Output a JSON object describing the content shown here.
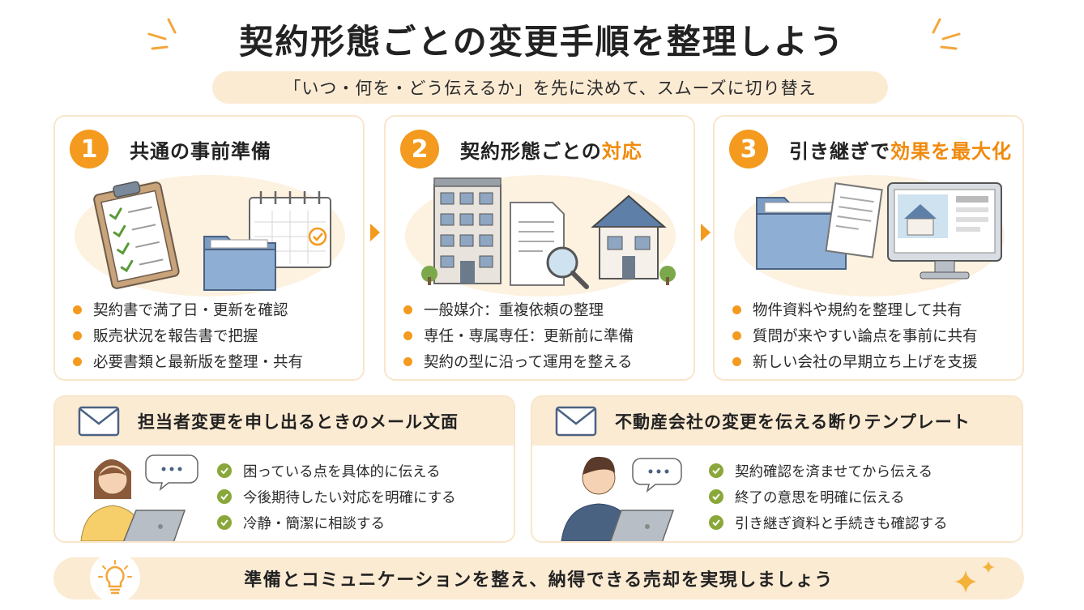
{
  "header": {
    "title": "契約形態ごとの変更手順を整理しよう",
    "subtitle": "「いつ・何を・どう伝えるか」を先に決めて、スムーズに切り替え"
  },
  "steps": [
    {
      "number": "1",
      "title_plain": "共通の事前準備",
      "title_highlight": "",
      "bullets": [
        "契約書で満了日・更新を確認",
        "販売状況を報告書で把握",
        "必要書類と最新版を整理・共有"
      ]
    },
    {
      "number": "2",
      "title_plain": "契約形態ごとの",
      "title_highlight": "対応",
      "bullets": [
        "一般媒介：重複依頼の整理",
        "専任・専属専任：更新前に準備",
        "契約の型に沿って運用を整える"
      ]
    },
    {
      "number": "3",
      "title_plain": "引き継ぎで",
      "title_highlight": "効果を最大化",
      "bullets": [
        "物件資料や規約を整理して共有",
        "質問が来やすい論点を事前に共有",
        "新しい会社の早期立ち上げを支援"
      ]
    }
  ],
  "mail_cards": [
    {
      "title": "担当者変更を申し出るときのメール文面",
      "checks": [
        "困っている点を具体的に伝える",
        "今後期待したい対応を明確にする",
        "冷静・簡潔に相談する"
      ]
    },
    {
      "title": "不動産会社の変更を伝える断りテンプレート",
      "checks": [
        "契約確認を済ませてから伝える",
        "終了の意思を明確に伝える",
        "引き継ぎ資料と手続きも確認する"
      ]
    }
  ],
  "footer": {
    "text": "準備とコミュニケーションを整え、納得できる売却を実現しましょう"
  },
  "colors": {
    "accent": "#f39a1f",
    "highlight": "#f08a0c",
    "pill": "#fcebd3",
    "check": "#8aa73a"
  }
}
